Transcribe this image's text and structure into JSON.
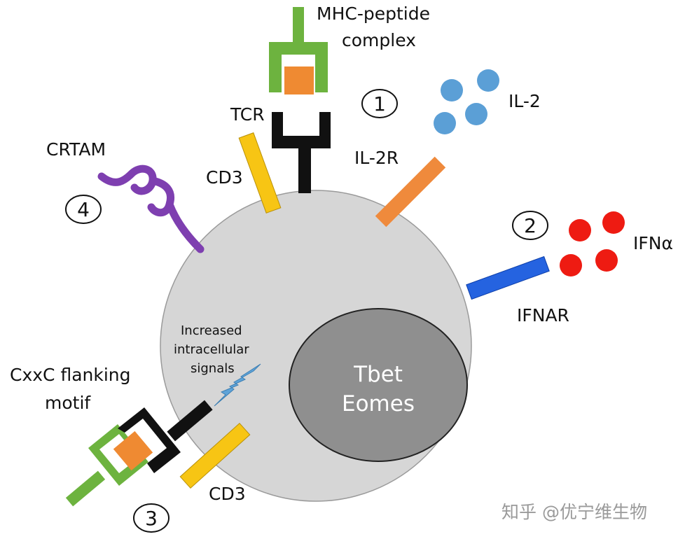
{
  "labels": {
    "mhc_line1": "MHC-peptide",
    "mhc_line2": "complex",
    "tcr": "TCR",
    "cd3_top": "CD3",
    "il2": "IL-2",
    "il2r": "IL-2R",
    "crtam": "CRTAM",
    "ifna": "IFNα",
    "ifnar": "IFNAR",
    "increased_line1": "Increased",
    "increased_line2": "intracellular",
    "increased_line3": "signals",
    "cxxc_line1": "CxxC flanking",
    "cxxc_line2": "motif",
    "cd3_bottom": "CD3",
    "nucleus_line1": "Tbet",
    "nucleus_line2": "Eomes"
  },
  "numbers": {
    "n1": "1",
    "n2": "2",
    "n3": "3",
    "n4": "4"
  },
  "watermark": "知乎 @优宁维生物",
  "colors": {
    "cell": "#d6d6d6",
    "nucleus": "#8f8f8f",
    "mhc": "#6db33f",
    "peptide": "#ef8a32",
    "tcr": "#111111",
    "cd3": "#f7c514",
    "il2": "#5b9fd6",
    "il2r": "#ef8a3c",
    "ifna": "#ee1b12",
    "ifnar": "#2563e0",
    "crtam": "#7e3fb0",
    "signal": "#5ea3d8"
  }
}
